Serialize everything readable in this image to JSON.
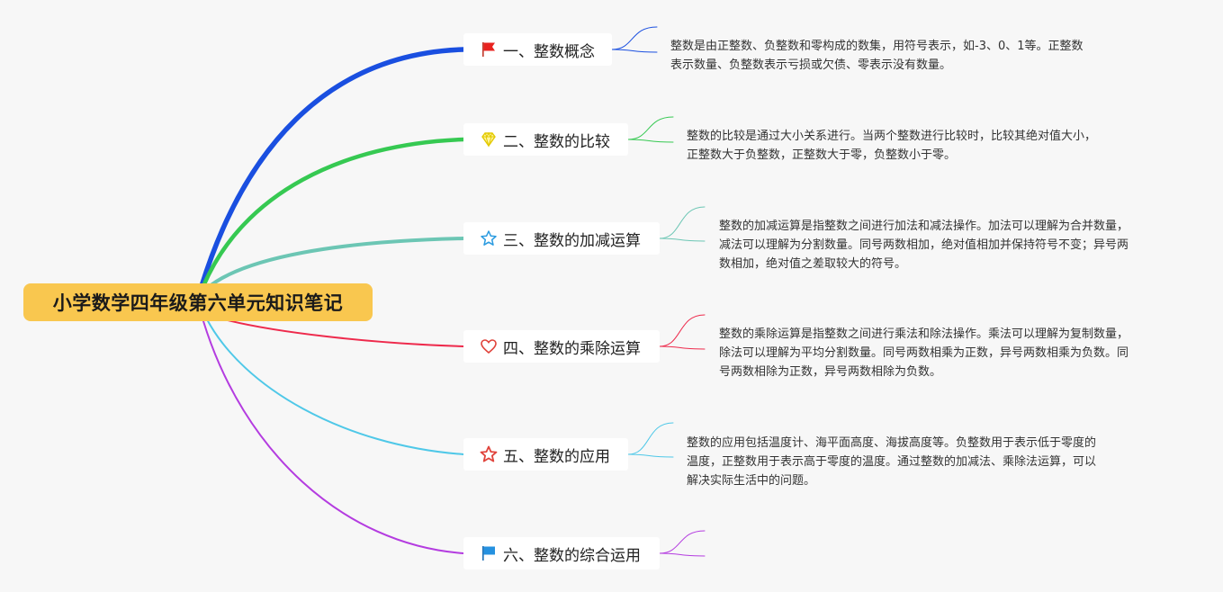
{
  "root": {
    "title": "小学数学四年级第六单元知识笔记"
  },
  "topics": [
    {
      "label": "一、整数概念",
      "icon": "red-flag-icon",
      "color": "#1a4fe0",
      "note": [
        "整数是由正整数、负整数和零构成的数集，用符号表示，如-3、0、1等。正整数",
        "表示数量、负整数表示亏损或欠债、零表示没有数量。"
      ]
    },
    {
      "label": "二、整数的比较",
      "icon": "diamond-icon",
      "color": "#36c952",
      "note": [
        "整数的比较是通过大小关系进行。当两个整数进行比较时，比较其绝对值大小，",
        "正整数大于负整数，正整数大于零，负整数小于零。"
      ]
    },
    {
      "label": "三、整数的加减运算",
      "icon": "star-outline-blue-icon",
      "color": "#6cc6b4",
      "note": [
        "整数的加减运算是指整数之间进行加法和减法操作。加法可以理解为合并数量，",
        "减法可以理解为分割数量。同号两数相加，绝对值相加并保持符号不变；异号两",
        "数相加，绝对值之差取较大的符号。"
      ]
    },
    {
      "label": "四、整数的乘除运算",
      "icon": "heart-icon",
      "color": "#ee2a4c",
      "note": [
        "整数的乘除运算是指整数之间进行乘法和除法操作。乘法可以理解为复制数量，",
        "除法可以理解为平均分割数量。同号两数相乘为正数，异号两数相乘为负数。同",
        "号两数相除为正数，异号两数相除为负数。"
      ]
    },
    {
      "label": "五、整数的应用",
      "icon": "star-outline-red-icon",
      "color": "#4fc8e8",
      "note": [
        "整数的应用包括温度计、海平面高度、海拔高度等。负整数用于表示低于零度的",
        "温度，正整数用于表示高于零度的温度。通过整数的加减法、乘除法运算，可以",
        "解决实际生活中的问题。"
      ]
    },
    {
      "label": "六、整数的综合运用",
      "icon": "blue-flag-icon",
      "color": "#b43ce0",
      "note": []
    }
  ]
}
